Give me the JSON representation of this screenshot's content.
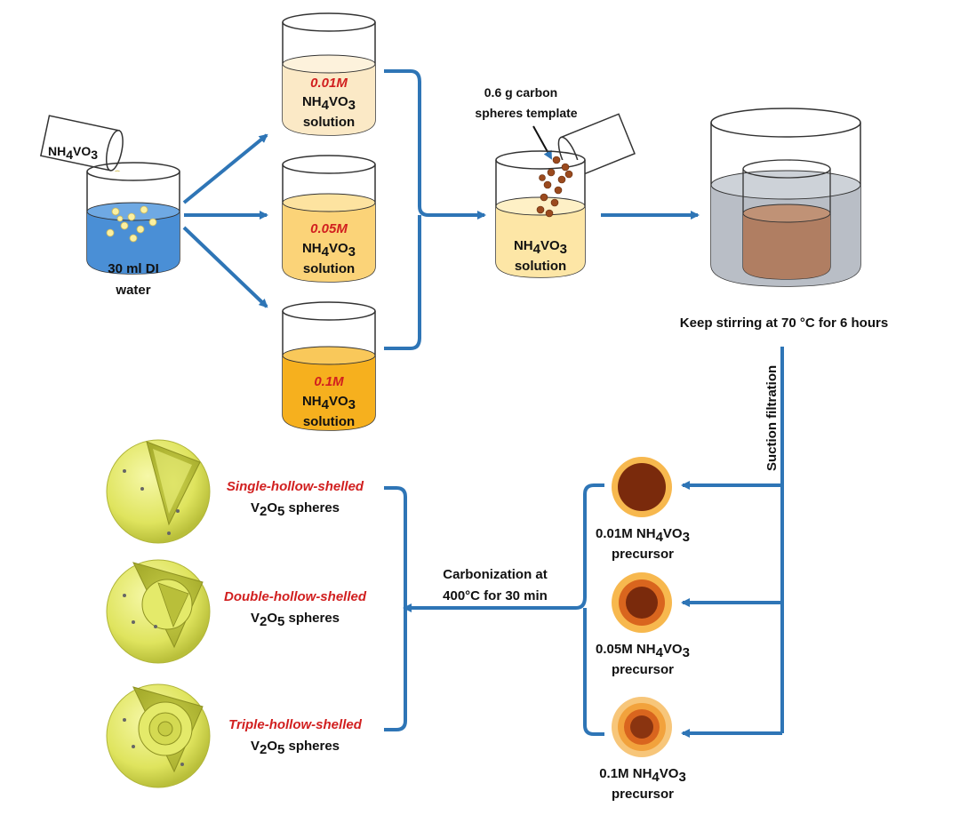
{
  "start": {
    "pour_label": "NH",
    "pour_sub1": "4",
    "pour_label2": "VO",
    "pour_sub2": "3",
    "water_line1": "30 ml DI",
    "water_line2": "water"
  },
  "solutions": [
    {
      "conc": "0.01M",
      "compound": "NH",
      "sub1": "4",
      "compound2": "VO",
      "sub2": "3",
      "word": "solution"
    },
    {
      "conc": "0.05M",
      "compound": "NH",
      "sub1": "4",
      "compound2": "VO",
      "sub2": "3",
      "word": "solution"
    },
    {
      "conc": "0.1M",
      "compound": "NH",
      "sub1": "4",
      "compound2": "VO",
      "sub2": "3",
      "word": "solution"
    }
  ],
  "template": {
    "line1": "0.6 g carbon",
    "line2": "spheres template",
    "compound": "NH",
    "sub1": "4",
    "compound2": "VO",
    "sub2": "3",
    "word": "solution"
  },
  "stirring": {
    "label": "Keep stirring at 70 °C for 6 hours"
  },
  "filtration": {
    "label": "Suction filtration"
  },
  "precursors": [
    {
      "conc": "0.01M",
      "compound": " NH",
      "sub1": "4",
      "compound2": "VO",
      "sub2": "3",
      "word": "precursor"
    },
    {
      "conc": "0.05M",
      "compound": " NH",
      "sub1": "4",
      "compound2": "VO",
      "sub2": "3",
      "word": "precursor"
    },
    {
      "conc": "0.1M",
      "compound": " NH",
      "sub1": "4",
      "compound2": "VO",
      "sub2": "3",
      "word": "precursor"
    }
  ],
  "carbonization": {
    "line1": "Carbonization at",
    "line2": "400°C for 30 min"
  },
  "products": [
    {
      "type": "Single-hollow-shelled",
      "formula": "V",
      "sub1": "2",
      "formula2": "O",
      "sub2": "5",
      "word": " spheres"
    },
    {
      "type": "Double-hollow-shelled",
      "formula": "V",
      "sub1": "2",
      "formula2": "O",
      "sub2": "5",
      "word": " spheres"
    },
    {
      "type": "Triple-hollow-shelled",
      "formula": "V",
      "sub1": "2",
      "formula2": "O",
      "sub2": "5",
      "word": " spheres"
    }
  ],
  "colors": {
    "arrow": "#2e75b6",
    "water": "#4a8fd6",
    "sol_001": "#fbe9c6",
    "sol_005": "#fbd378",
    "sol_01": "#f6b01e",
    "template_sol": "#fde6a6",
    "carbon_sphere": "#9b4a1e",
    "bath": "#b9bec6",
    "slurry": "#b07e62",
    "precursor_outer": "#f7b84e",
    "precursor_inner": "#7a2a0c",
    "sphere": "#e2e86a",
    "concentration_text": "#d11f1f"
  }
}
